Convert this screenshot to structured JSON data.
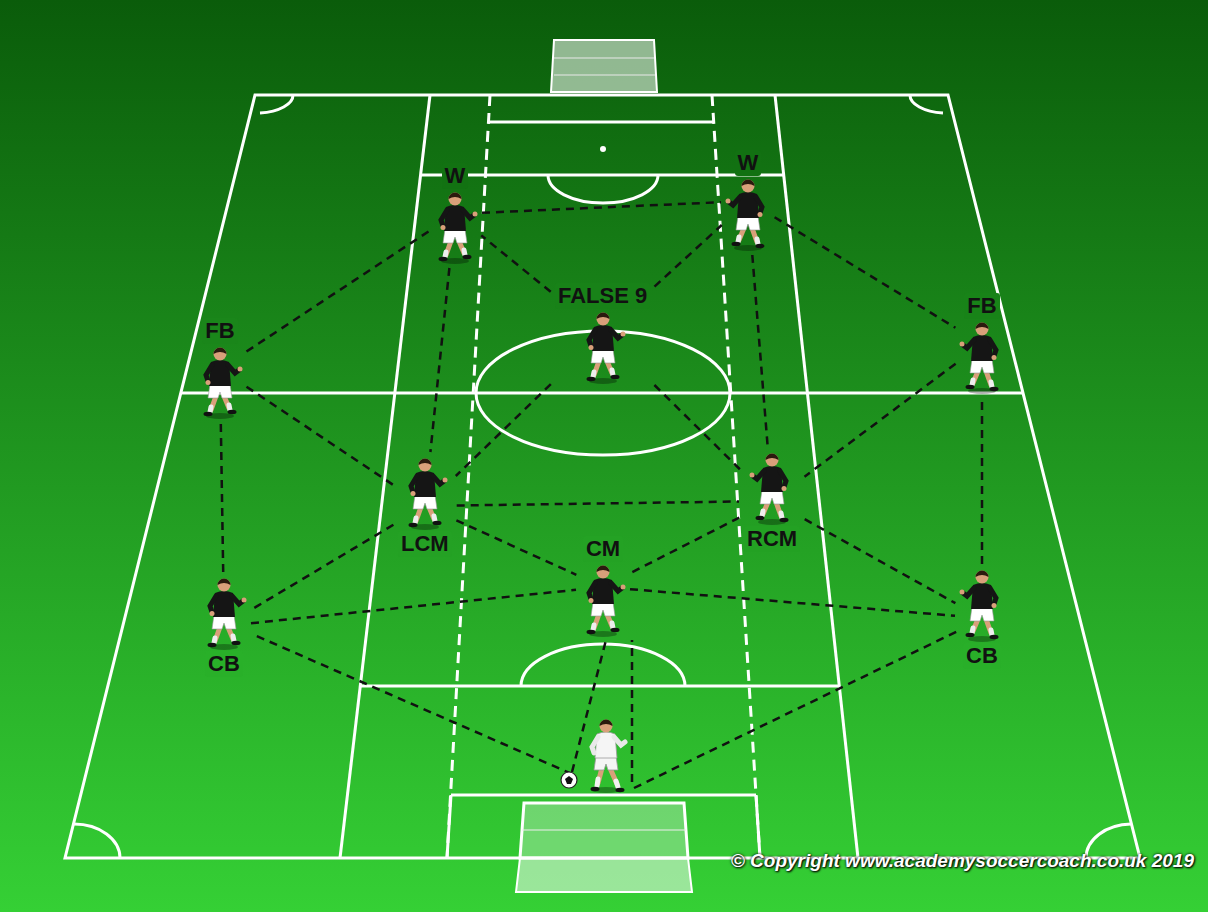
{
  "diagram": {
    "nodes": [
      {
        "text": [
          "W"
        ]
      },
      {
        "text": [
          "W"
        ]
      },
      {
        "text": [
          "FALSE 9"
        ]
      },
      {
        "text": [
          "FB"
        ]
      },
      {
        "text": [
          "FB"
        ]
      },
      {
        "text": [
          "LCM"
        ]
      },
      {
        "text": [
          "CM"
        ]
      },
      {
        "text": [
          "RCM"
        ]
      },
      {
        "text": [
          "CB"
        ]
      },
      {
        "text": [
          "CB"
        ]
      }
    ],
    "edges": [
      {
        "from": 0,
        "to": 1,
        "arrow": "none"
      },
      {
        "from": 0,
        "to": 3,
        "arrow": "none"
      },
      {
        "from": 1,
        "to": 4,
        "arrow": "none"
      },
      {
        "from": 0,
        "to": 5,
        "arrow": "none"
      },
      {
        "from": 1,
        "to": 7,
        "arrow": "none"
      },
      {
        "from": 2,
        "to": 0,
        "arrow": "none"
      },
      {
        "from": 2,
        "to": 1,
        "arrow": "none"
      },
      {
        "from": 2,
        "to": 5,
        "arrow": "none"
      },
      {
        "from": 2,
        "to": 7,
        "arrow": "none"
      },
      {
        "from": 3,
        "to": 5,
        "arrow": "none"
      },
      {
        "from": 4,
        "to": 7,
        "arrow": "none"
      },
      {
        "from": 5,
        "to": 7,
        "arrow": "none"
      },
      {
        "from": 5,
        "to": 8,
        "arrow": "none"
      },
      {
        "from": 5,
        "to": 6,
        "arrow": "none"
      },
      {
        "from": 7,
        "to": 6,
        "arrow": "none"
      },
      {
        "from": 7,
        "to": 9,
        "arrow": "none"
      },
      {
        "from": 8,
        "to": 6,
        "arrow": "none"
      },
      {
        "from": 6,
        "to": 9,
        "arrow": "none"
      },
      {
        "from": 8,
        "to": 3,
        "arrow": "none"
      },
      {
        "from": 9,
        "to": 4,
        "arrow": "none"
      }
    ],
    "labels": [
      "© Copyright www.academysoccercoach.co.uk 2019"
    ]
  }
}
